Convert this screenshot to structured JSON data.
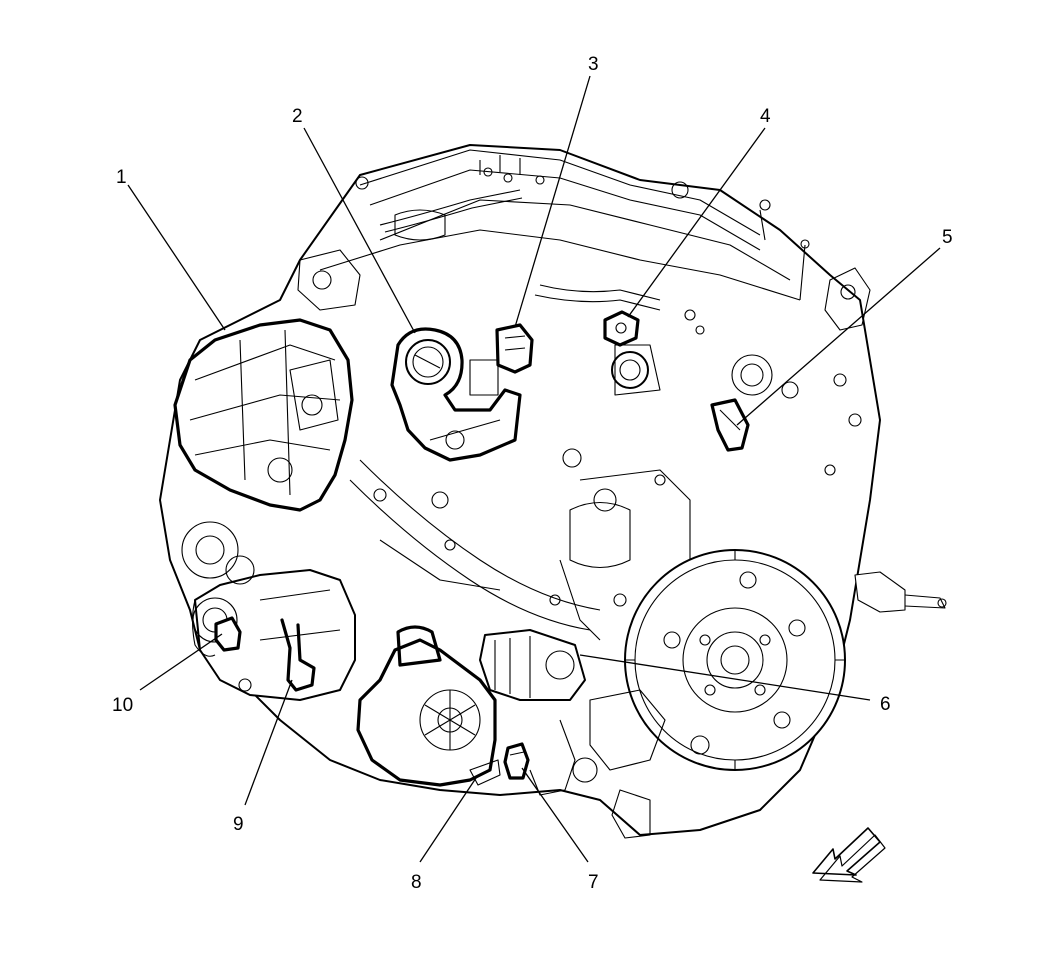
{
  "diagram": {
    "callouts": [
      {
        "id": 1,
        "label": "1"
      },
      {
        "id": 2,
        "label": "2"
      },
      {
        "id": 3,
        "label": "3"
      },
      {
        "id": 4,
        "label": "4"
      },
      {
        "id": 5,
        "label": "5"
      },
      {
        "id": 6,
        "label": "6"
      },
      {
        "id": 7,
        "label": "7"
      },
      {
        "id": 8,
        "label": "8"
      },
      {
        "id": 9,
        "label": "9"
      },
      {
        "id": 10,
        "label": "10"
      }
    ],
    "direction_indicator": "front-arrow-icon"
  }
}
